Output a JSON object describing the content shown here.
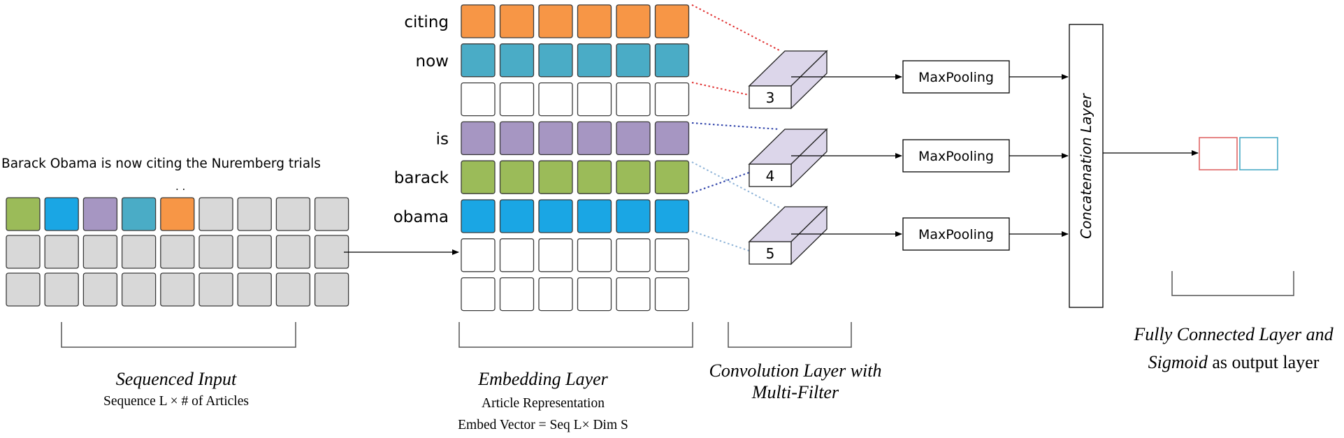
{
  "input": {
    "sentence": "Barack Obama is now citing  the Nuremberg trials",
    "dots": ". .",
    "row_colors": [
      [
        "#9bbb59",
        "#1aa6e4",
        "#a696c2",
        "#4aacc6",
        "#f79646",
        "#d8d8d8",
        "#d8d8d8",
        "#d8d8d8",
        "#d8d8d8"
      ],
      [
        "#d8d8d8",
        "#d8d8d8",
        "#d8d8d8",
        "#d8d8d8",
        "#d8d8d8",
        "#d8d8d8",
        "#d8d8d8",
        "#d8d8d8",
        "#d8d8d8"
      ],
      [
        "#d8d8d8",
        "#d8d8d8",
        "#d8d8d8",
        "#d8d8d8",
        "#d8d8d8",
        "#d8d8d8",
        "#d8d8d8",
        "#d8d8d8",
        "#d8d8d8"
      ]
    ],
    "caption_title": "Sequenced Input",
    "caption_sub": "Sequence L ×  # of Articles"
  },
  "embedding": {
    "rows": [
      {
        "word": "citing",
        "color": "#f79646"
      },
      {
        "word": "now",
        "color": "#4aacc6"
      },
      {
        "word": "",
        "color": "#ffffff"
      },
      {
        "word": "is",
        "color": "#a696c2"
      },
      {
        "word": "barack",
        "color": "#9bbb59"
      },
      {
        "word": "obama",
        "color": "#1aa6e4"
      },
      {
        "word": "",
        "color": "#ffffff"
      },
      {
        "word": "",
        "color": "#ffffff"
      }
    ],
    "caption_title": "Embedding Layer",
    "caption_sub1": "Article Representation",
    "caption_sub2": "Embed Vector = Seq L× Dim S"
  },
  "convolution": {
    "filters": [
      {
        "label": "3",
        "link_color": "#e03030"
      },
      {
        "label": "4",
        "link_color": "#2a3ea8"
      },
      {
        "label": "5",
        "link_color": "#8fb4d8"
      }
    ],
    "filter_fill": "#dcd6ea",
    "caption_line1": "Convolution Layer with",
    "caption_line2": "Multi-Filter"
  },
  "pooling": {
    "labels": [
      "MaxPooling",
      "MaxPooling",
      "MaxPooling"
    ]
  },
  "concat": {
    "label": "Concatenation Layer"
  },
  "output": {
    "node_colors": [
      "#e06666",
      "#4aacc6"
    ],
    "caption_line1_italic": "Fully Connected Layer and",
    "caption_line2_italic": "Sigmoid",
    "caption_line2_rest": " as output layer"
  }
}
